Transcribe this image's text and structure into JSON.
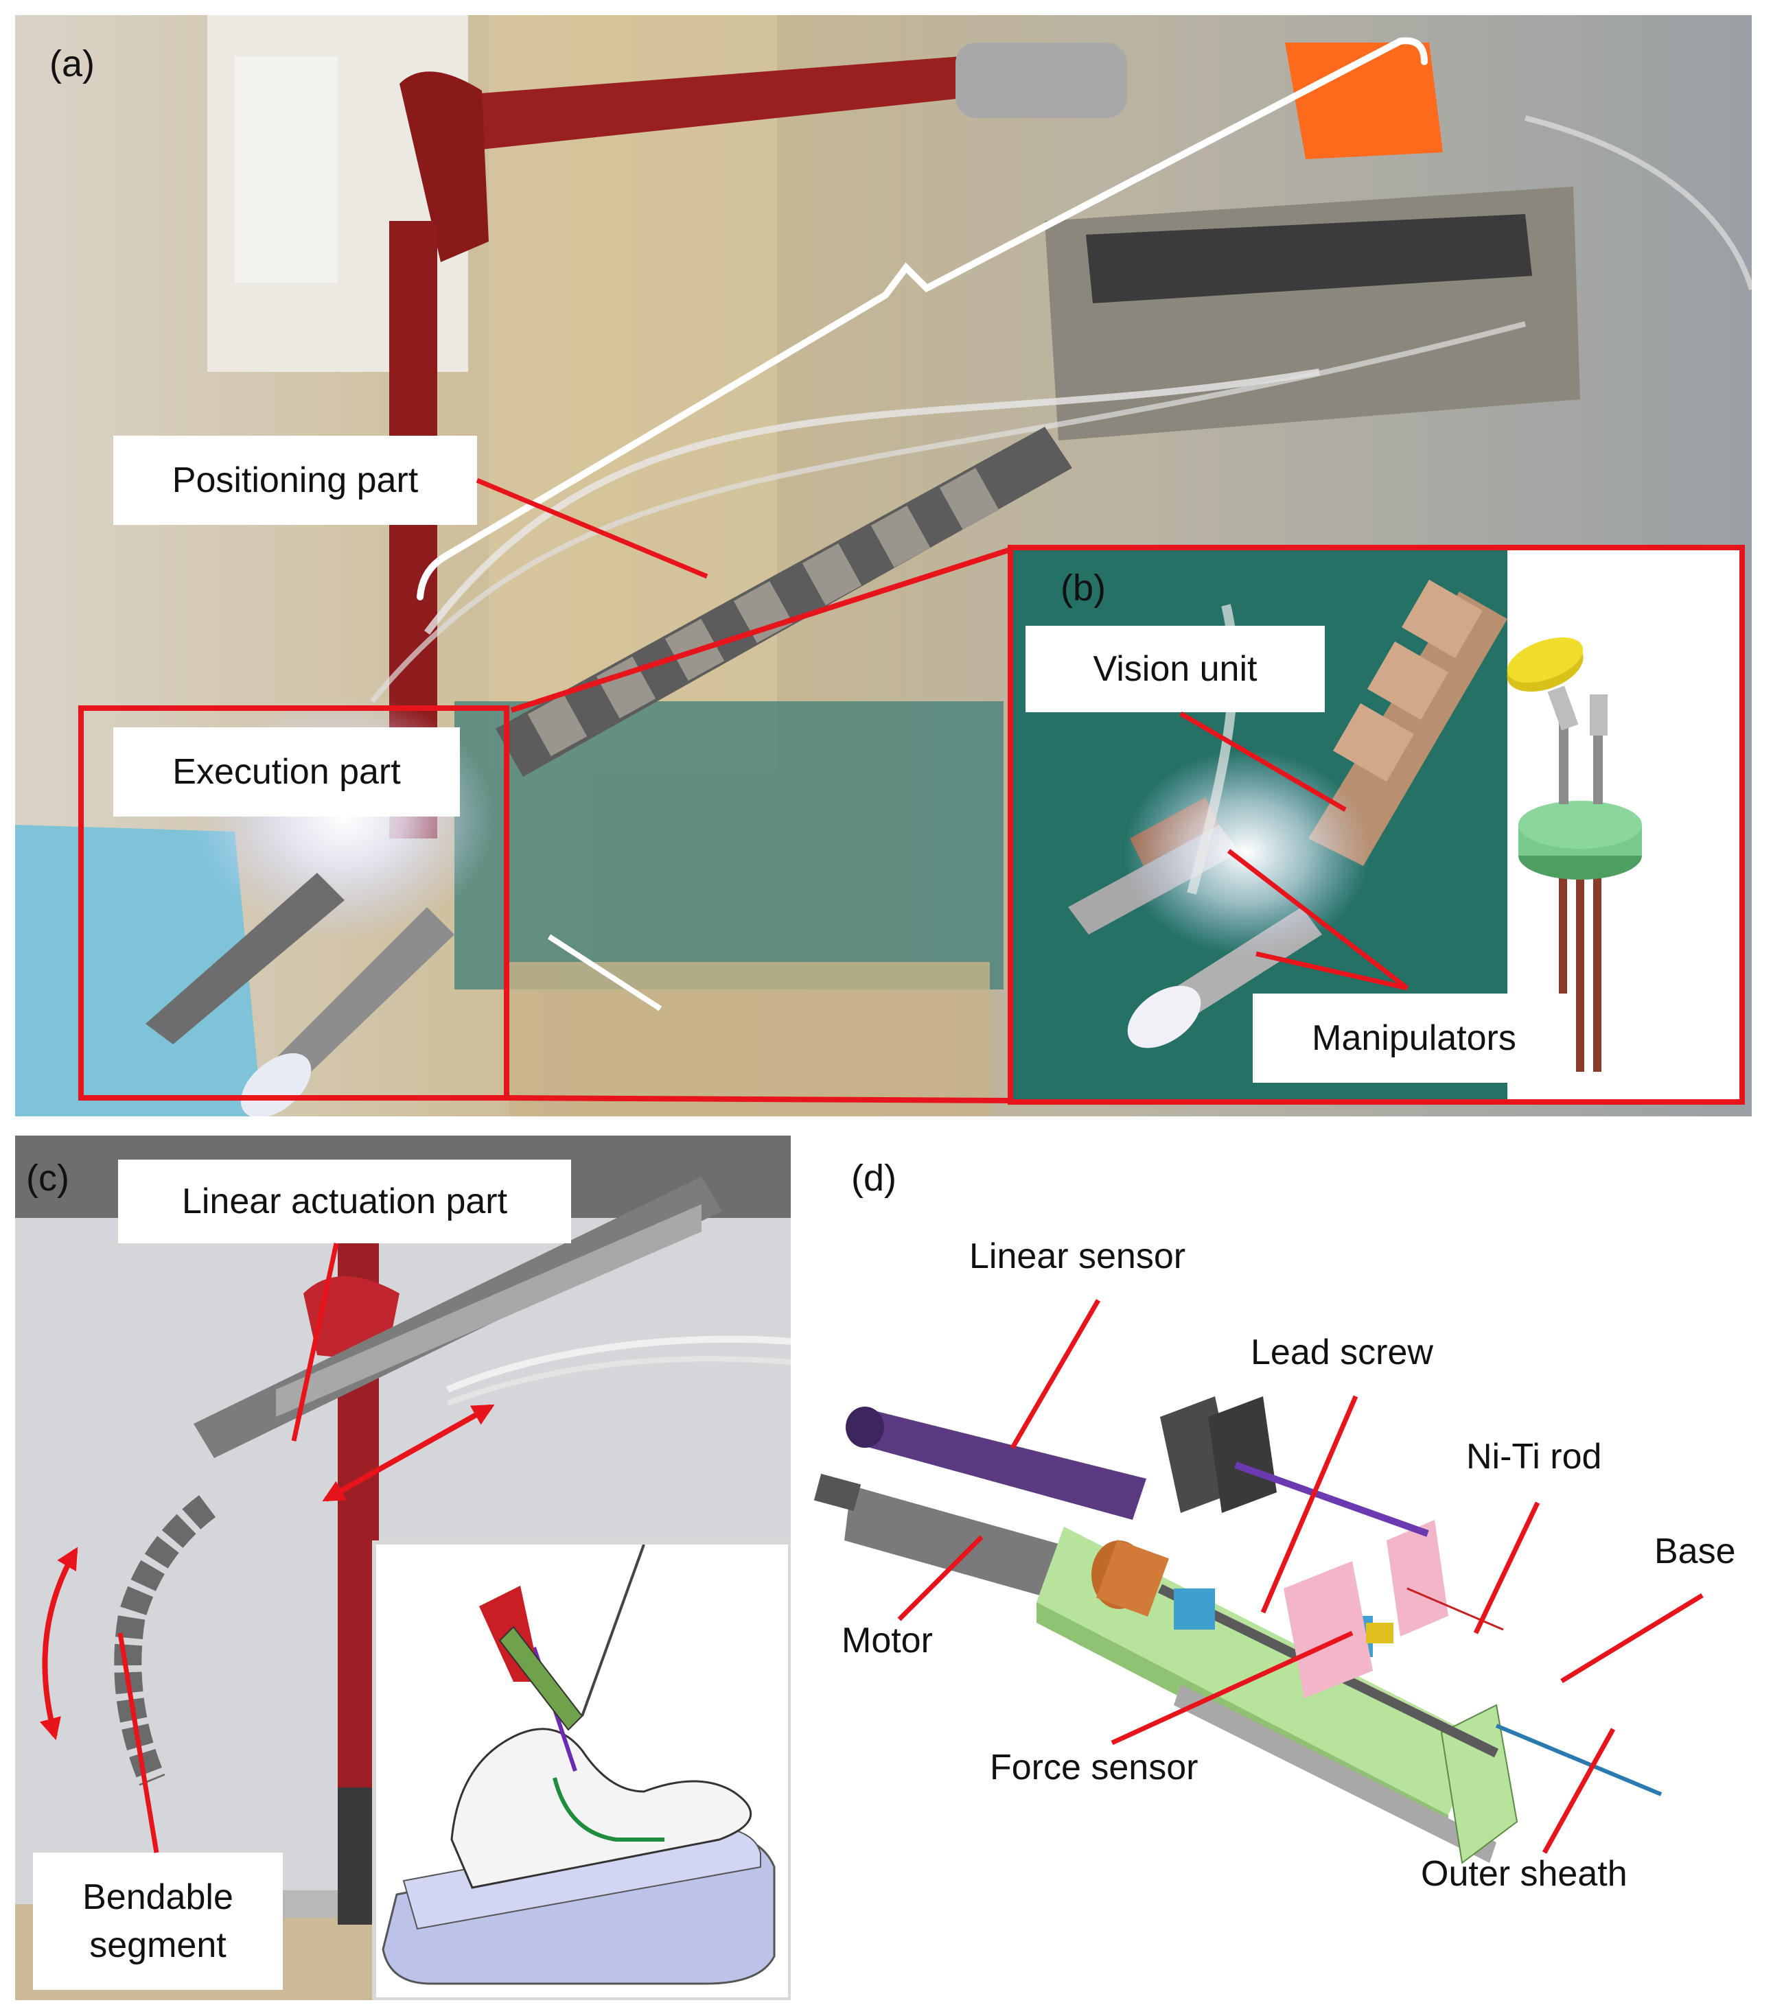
{
  "panels": {
    "a": {
      "tag": "(a)",
      "labels": {
        "positioning": "Positioning part",
        "execution": "Execution part"
      }
    },
    "b": {
      "tag": "(b)",
      "labels": {
        "vision": "Vision unit",
        "manipulators": "Manipulators"
      }
    },
    "c": {
      "tag": "(c)",
      "labels": {
        "linear_actuation": "Linear actuation part",
        "bendable_1": "Bendable",
        "bendable_2": "segment"
      }
    },
    "d": {
      "tag": "(d)",
      "labels": {
        "linear_sensor": "Linear sensor",
        "lead_screw": "Lead screw",
        "niti_rod": "Ni-Ti rod",
        "base": "Base",
        "motor": "Motor",
        "force_sensor": "Force sensor",
        "outer_sheath": "Outer sheath"
      }
    }
  },
  "colors": {
    "annotation_red": "#e8141b",
    "bracket_white": "#ffffff"
  }
}
